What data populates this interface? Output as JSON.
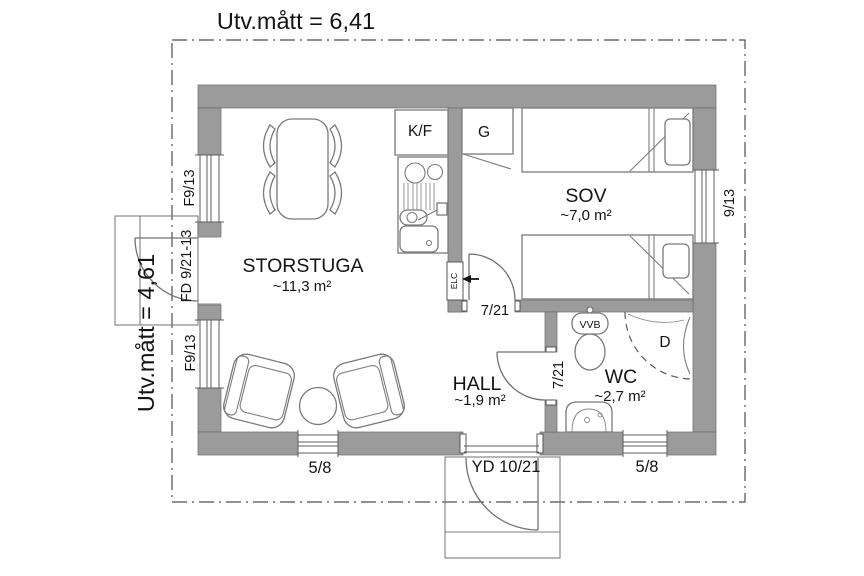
{
  "drawing": {
    "dimension_top": "Utv.mått = 6,41",
    "dimension_left": "Utv.mått = 4,61"
  },
  "rooms": {
    "storstuga": {
      "name": "STORSTUGA",
      "area": "~11,3 m²"
    },
    "sov": {
      "name": "SOV",
      "area": "~7,0 m²"
    },
    "hall": {
      "name": "HALL",
      "area": "~1,9 m²"
    },
    "wc": {
      "name": "WC",
      "area": "~2,7 m²"
    }
  },
  "fixtures": {
    "fridge_freezer": "K/F",
    "wardrobe": "G",
    "electrical_panel": "ELC",
    "water_heater": "VVB",
    "shower": "D"
  },
  "openings": {
    "window_left_upper": "F9/13",
    "door_left_french": "FD 9/21-13",
    "window_left_lower": "F9/13",
    "window_right": "9/13",
    "door_sov": "7/21",
    "door_wc": "7/21",
    "door_entry": "YD 10/21",
    "window_bottom_left": "5/8",
    "window_bottom_right": "5/8"
  },
  "colors": {
    "wall": "#9b9b9b",
    "background": "#ffffff",
    "line": "#6f6f6f",
    "text": "#141414"
  }
}
